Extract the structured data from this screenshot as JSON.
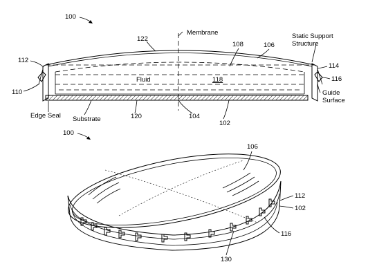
{
  "figure_top": {
    "ref_main": "100",
    "labels": {
      "membrane": "Membrane",
      "static_support_1": "Static Support",
      "static_support_2": "Structure",
      "fluid": "Fluid",
      "edge_seal": "Edge Seal",
      "substrate": "Substrate",
      "guide_1": "Guide",
      "guide_2": "Surface"
    },
    "refs": {
      "r122": "122",
      "r108": "108",
      "r106": "106",
      "r112": "112",
      "r114": "114",
      "r116": "116",
      "r110": "110",
      "r118": "118",
      "r120": "120",
      "r104": "104",
      "r102": "102"
    }
  },
  "figure_bottom": {
    "ref_main": "100",
    "refs": {
      "r106": "106",
      "r112": "112",
      "r102": "102",
      "r116": "116",
      "r130": "130"
    }
  }
}
